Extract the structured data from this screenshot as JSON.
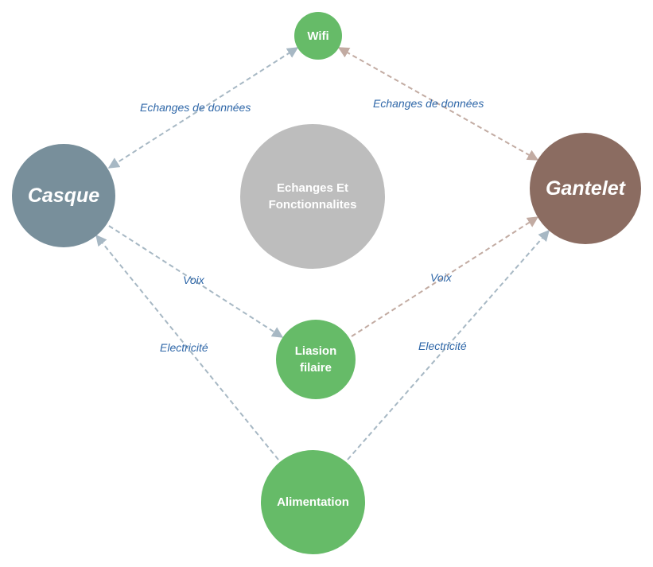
{
  "colors": {
    "green": "#66bb68",
    "casque": "#788f9b",
    "gantelet": "#8b6c61",
    "center": "#bdbdbd",
    "edge_blue": "#a7b8c4",
    "edge_brown": "#c2aba2",
    "label": "#2f67a8"
  },
  "nodes": {
    "wifi": "Wifi",
    "casque": "Casque",
    "gantelet": "Gantelet",
    "center_line1": "Echanges Et",
    "center_line2": "Fonctionnalites",
    "liaison_line1": "Liasion",
    "liaison_line2": "filaire",
    "alimentation": "Alimentation"
  },
  "edges": {
    "wifi_casque": "Echanges de données",
    "wifi_gantelet": "Echanges de données",
    "casque_liaison": "Voix",
    "liaison_gantelet": "Voix",
    "alim_casque": "Electricité",
    "alim_gantelet": "Electricité"
  }
}
